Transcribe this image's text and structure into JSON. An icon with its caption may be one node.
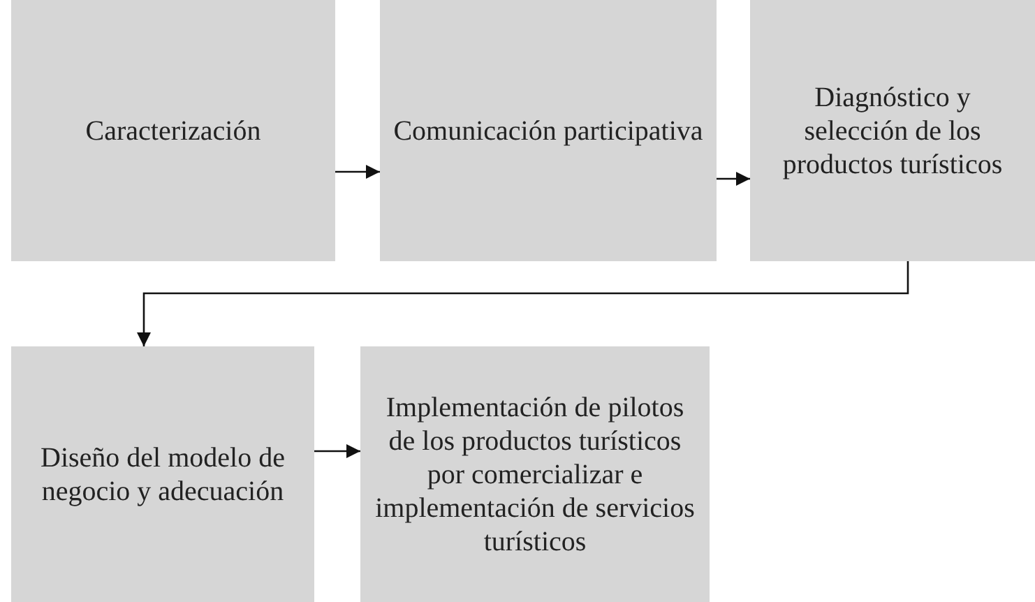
{
  "diagram": {
    "nodes": [
      {
        "text": [
          "Caracterización"
        ]
      },
      {
        "text": [
          "Comunicación participativa"
        ]
      },
      {
        "text": [
          "Diagnóstico y selección de los productos turísticos"
        ]
      },
      {
        "text": [
          "Diseño del modelo de negocio y adecuación"
        ]
      },
      {
        "text": [
          "Implementación de pilotos de los productos turísticos por comercializar e implementación de servicios turísticos"
        ]
      }
    ],
    "edges": [
      {
        "from": 0,
        "to": 1,
        "arrow": "to"
      },
      {
        "from": 1,
        "to": 2,
        "arrow": "to"
      },
      {
        "from": 2,
        "to": 3,
        "arrow": "to"
      },
      {
        "from": 3,
        "to": 4,
        "arrow": "to"
      }
    ]
  }
}
